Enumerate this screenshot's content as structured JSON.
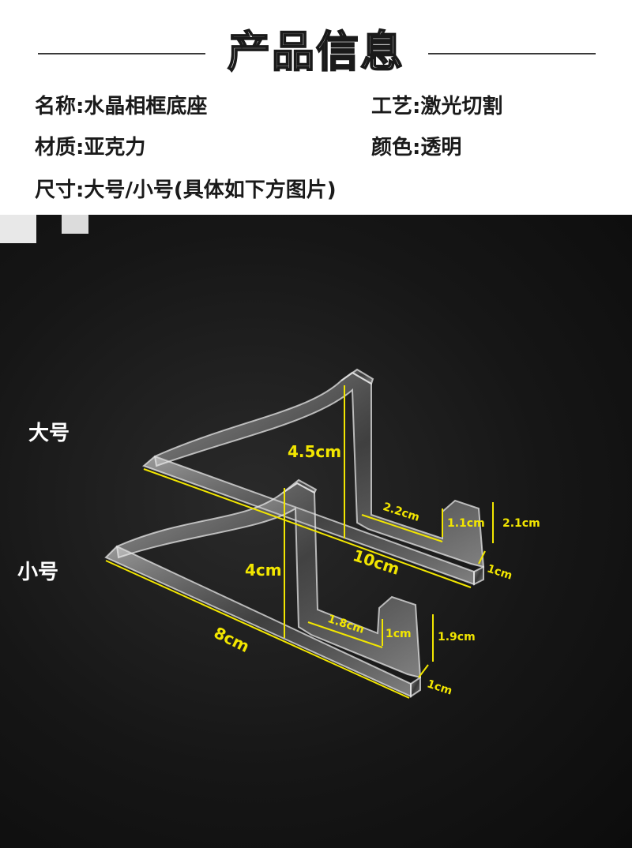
{
  "header": {
    "title": "产品信息",
    "name": "名称:水晶相框底座",
    "craft": "工艺:激光切割",
    "material": "材质:亚克力",
    "color": "颜色:透明",
    "size": "尺寸:大号/小号(具体如下方图片)"
  },
  "photo": {
    "large_label": "大号",
    "small_label": "小号",
    "large_dims": {
      "height": "4.5cm",
      "inner": "2.2cm",
      "lip": "1.1cm",
      "lip_total": "2.1cm",
      "length": "10cm",
      "width": "1cm"
    },
    "small_dims": {
      "height": "4cm",
      "inner": "1.8cm",
      "lip": "1cm",
      "lip_total": "1.9cm",
      "length": "8cm",
      "width": "1cm"
    }
  },
  "colors": {
    "dimension_yellow": "#f2e600",
    "background_dark": "#141414",
    "text_dark": "#1a1a1a"
  }
}
